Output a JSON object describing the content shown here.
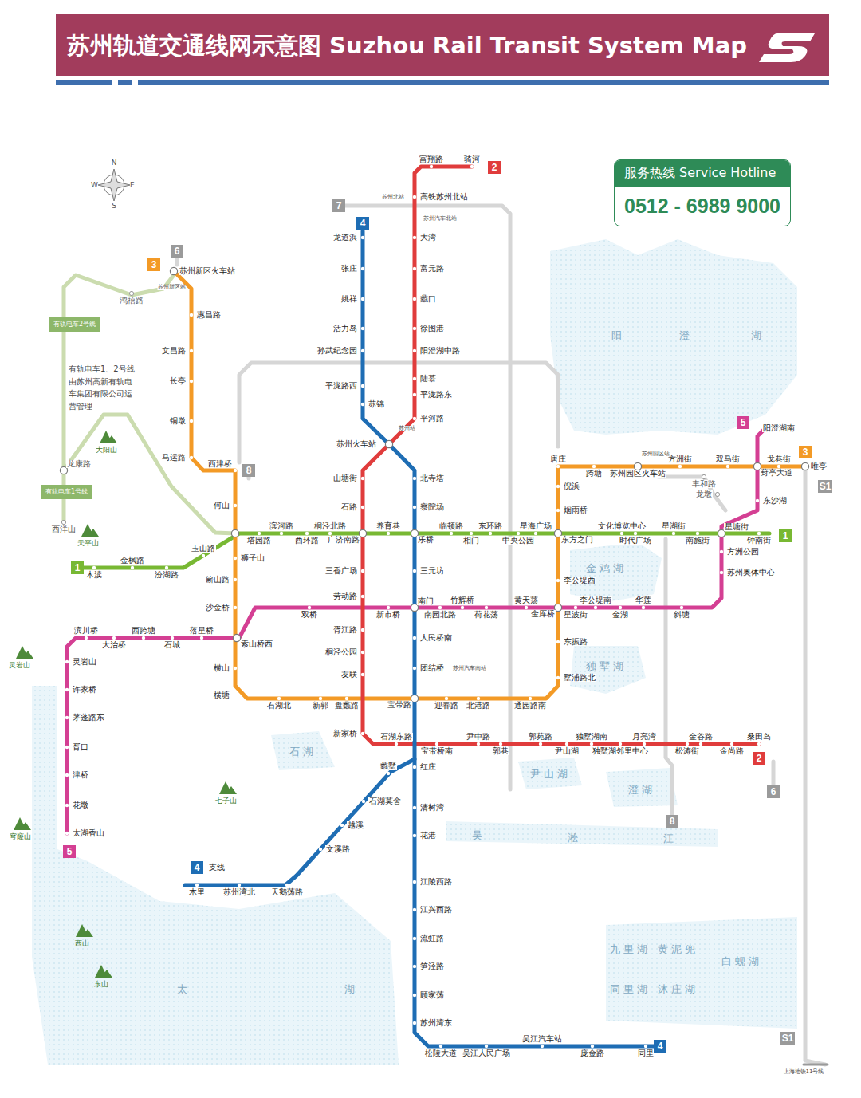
{
  "diagram": {
    "title": "苏州轨道交通线网示意图 Suzhou Rail Transit System Map",
    "nodes": [
      {
        "text": [
          "服务热线 Service Hotline",
          "0512 - 6989 9000"
        ]
      },
      {
        "text": [
          "2"
        ]
      },
      {
        "text": [
          "2"
        ]
      },
      {
        "text": [
          "4"
        ]
      },
      {
        "text": [
          "4"
        ]
      },
      {
        "text": [
          "4"
        ]
      },
      {
        "text": [
          "3"
        ]
      },
      {
        "text": [
          "3"
        ]
      },
      {
        "text": [
          "1"
        ]
      },
      {
        "text": [
          "1"
        ]
      },
      {
        "text": [
          "5"
        ]
      },
      {
        "text": [
          "5"
        ]
      },
      {
        "text": [
          "7"
        ]
      },
      {
        "text": [
          "6"
        ]
      },
      {
        "text": [
          "6"
        ]
      },
      {
        "text": [
          "8"
        ]
      },
      {
        "text": [
          "8"
        ]
      },
      {
        "text": [
          "S1"
        ]
      },
      {
        "text": [
          "S1"
        ]
      },
      {
        "text": [
          "有轨电车2号线"
        ]
      },
      {
        "text": [
          "有轨电车1号线"
        ]
      }
    ],
    "labels": [
      "富翔路",
      "骑河",
      "高铁苏州北站",
      "大湾",
      "富元路",
      "蠡口",
      "徐图港",
      "阳澄湖中路",
      "陆慕",
      "平泷路东",
      "平河路",
      "苏州火车站",
      "山塘街",
      "石路",
      "三香广场",
      "劳动路",
      "胥江路",
      "桐泾公园",
      "友联",
      "新家桥",
      "石湖东路",
      "宝带桥南",
      "尹中路",
      "郭巷",
      "郭苑路",
      "尹山湖",
      "独墅湖南",
      "独墅湖邻里中心",
      "月亮湾",
      "松涛街",
      "金谷路",
      "金尚路",
      "桑田岛",
      "龙道浜",
      "张庄",
      "姚祥",
      "活力岛",
      "孙武纪念园",
      "平泷路西",
      "苏锦",
      "北寺塔",
      "察院场",
      "乐桥",
      "三元坊",
      "南门",
      "人民桥南",
      "团结桥",
      "宝带路",
      "红庄",
      "蠡墅",
      "石湖莫舍",
      "越溪",
      "文溪路",
      "天鹅荡路",
      "苏州湾北",
      "木里",
      "清树湾",
      "花港",
      "江陵西路",
      "江兴西路",
      "流虹路",
      "笋泾路",
      "顾家荡",
      "苏州湾东",
      "松陵大道",
      "吴江人民广场",
      "吴江汽车站",
      "庞金路",
      "同里",
      "木渎",
      "金枫路",
      "汾湖路",
      "玉山路",
      "塔园路",
      "滨河路",
      "西环路",
      "桐泾北路",
      "广济南路",
      "养育巷",
      "临顿路",
      "相门",
      "东环路",
      "中央公园",
      "星海广场",
      "东方之门",
      "文化博览中心",
      "时代广场",
      "星湖街",
      "南施街",
      "星塘街",
      "钟南街",
      "苏州新区火车站",
      "惠昌路",
      "文昌路",
      "长亭",
      "铜墩",
      "马运路",
      "西津桥",
      "何山",
      "狮子山",
      "簖山路",
      "沙金桥",
      "横山",
      "横塘",
      "石湖北",
      "新郭",
      "盘蠡路",
      "迎春路",
      "北港路",
      "通园路南",
      "墅浦路北",
      "东振路",
      "李公堤西",
      "烟雨桥",
      "倪浜",
      "唐庄",
      "跨塘",
      "苏州园区火车站",
      "方洲街",
      "双马街",
      "戈巷街",
      "唯亭",
      "阳澄湖南",
      "葑亭大道",
      "东沙湖",
      "方洲公园",
      "苏州奥体中心",
      "斜塘",
      "华莲",
      "金湖",
      "李公堤南",
      "星波街",
      "金厍桥",
      "黄天荡",
      "荷花荡",
      "竹辉桥",
      "南园北路",
      "新市桥",
      "双桥",
      "索山桥西",
      "落星桥",
      "石城",
      "西跨塘",
      "大治桥",
      "滨川桥",
      "灵岩山",
      "许家桥",
      "茅蓬路东",
      "胥口",
      "津桥",
      "花墩",
      "太湖香山",
      "鸿禧路",
      "龙康路",
      "西洋山",
      "丰和路",
      "龙墩",
      "支线",
      "有轨电车1、2号线由苏州高新有轨电车集团有限公司运营管理",
      "大阳山",
      "天平山",
      "灵岩山",
      "穹窿山",
      "七子山",
      "西山",
      "东山",
      "阳",
      "澄",
      "湖",
      "金鸡湖",
      "独墅湖",
      "尹山湖",
      "石湖",
      "澄湖",
      "太",
      "湖",
      "吴",
      "淞",
      "江",
      "九里湖",
      "黄泥兜",
      "同里湖",
      "沐庄湖",
      "白蚬湖",
      "上海地铁11号线",
      "苏州北站",
      "苏州汽车北站",
      "苏州新区站",
      "苏州站",
      "苏州汽车南站",
      "苏州园区站",
      "N",
      "E",
      "S",
      "W"
    ]
  }
}
